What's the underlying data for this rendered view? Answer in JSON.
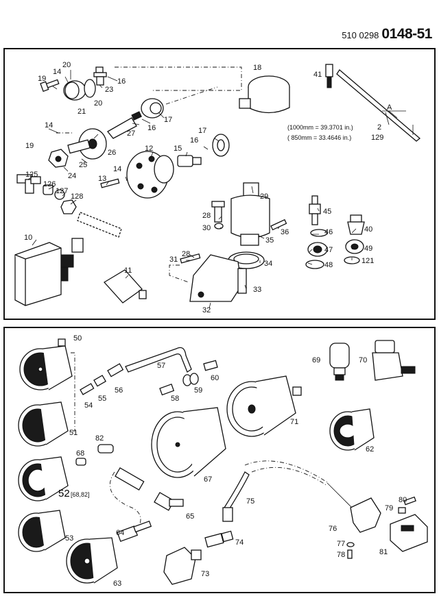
{
  "header": {
    "doc_prefix": "510 0298",
    "doc_number": "0148-51"
  },
  "notes": {
    "length_1000": "(1000mm = 39.3701 in.)",
    "length_850": "( 850mm = 33.4646 in.)",
    "dim_letter": "A",
    "ref_2": "2",
    "ref_129": "129"
  },
  "top_callouts": {
    "c20a": "20",
    "c14a": "14",
    "c19a": "19",
    "c21": "21",
    "c20b": "20",
    "c23": "23",
    "c16a": "16",
    "c18": "18",
    "c41": "41",
    "c27": "27",
    "c16b": "16",
    "c17a": "17",
    "c14b": "14",
    "c19b": "19",
    "c26": "26",
    "c12": "12",
    "c15": "15",
    "c16c": "16",
    "c17b": "17",
    "c25": "25",
    "c24": "24",
    "c125": "125",
    "c126": "126",
    "c127": "127",
    "c13": "13",
    "c14c": "14",
    "c128": "128",
    "c29": "29",
    "c45": "45",
    "c28a": "28",
    "c30": "30",
    "c36": "36",
    "c35": "35",
    "c46": "46",
    "c40": "40",
    "c10": "10",
    "c47": "47",
    "c49": "49",
    "c48": "48",
    "c121": "121",
    "c31": "31",
    "c28b": "28",
    "c34": "34",
    "c11": "11",
    "c33": "33",
    "c32": "32"
  },
  "bottom_callouts": {
    "c50": "50",
    "c69": "69",
    "c70": "70",
    "c57": "57",
    "c60": "60",
    "c56": "56",
    "c59": "59",
    "c54": "54",
    "c55": "55",
    "c58": "58",
    "c71": "71",
    "c51": "51",
    "c82": "82",
    "c62": "62",
    "c68": "68",
    "c67": "67",
    "c52": "52",
    "c52_sub": "[68,82]",
    "c75": "75",
    "c65": "65",
    "c80": "80",
    "c79": "79",
    "c76": "76",
    "c53": "53",
    "c64": "64",
    "c74": "74",
    "c77": "77",
    "c81": "81",
    "c78": "78",
    "c73": "73",
    "c63": "63"
  }
}
